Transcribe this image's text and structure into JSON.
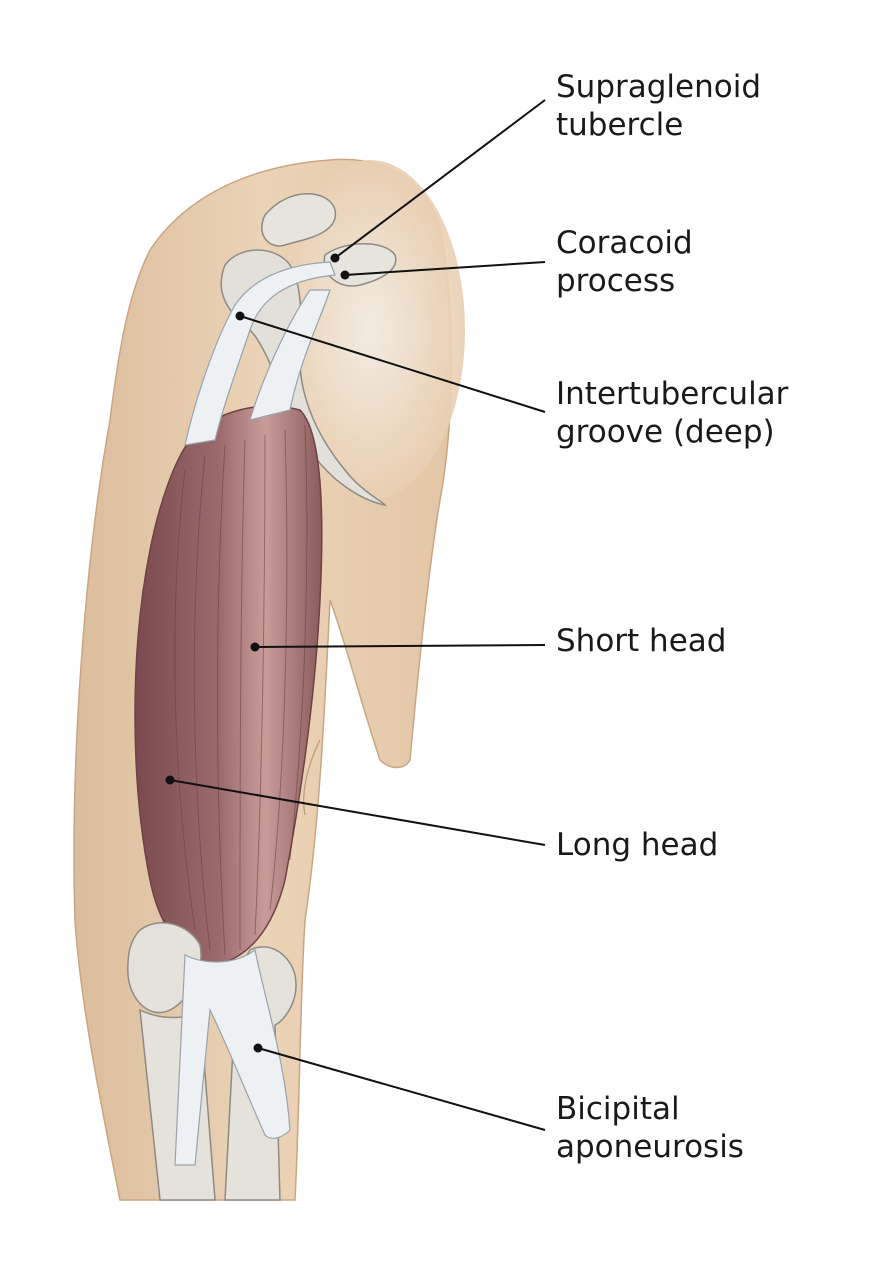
{
  "labels": {
    "supraglenoid": {
      "line1": "Supraglenoid",
      "line2": "tubercle"
    },
    "coracoid": {
      "line1": "Coracoid",
      "line2": "process"
    },
    "intertubercular": {
      "line1": "Intertubercular",
      "line2": "groove (deep)"
    },
    "short_head": {
      "line1": "Short head"
    },
    "long_head": {
      "line1": "Long head"
    },
    "bicipital": {
      "line1": "Bicipital",
      "line2": "aponeurosis"
    }
  },
  "colors": {
    "skin": "#e9cfb2",
    "skin_shadow": "#d9b893",
    "bone": "#e4e2da",
    "muscle": "#8e5c5f",
    "muscle_light": "#c79a98",
    "tendon": "#eef1f4",
    "leader_line": "#111111"
  }
}
